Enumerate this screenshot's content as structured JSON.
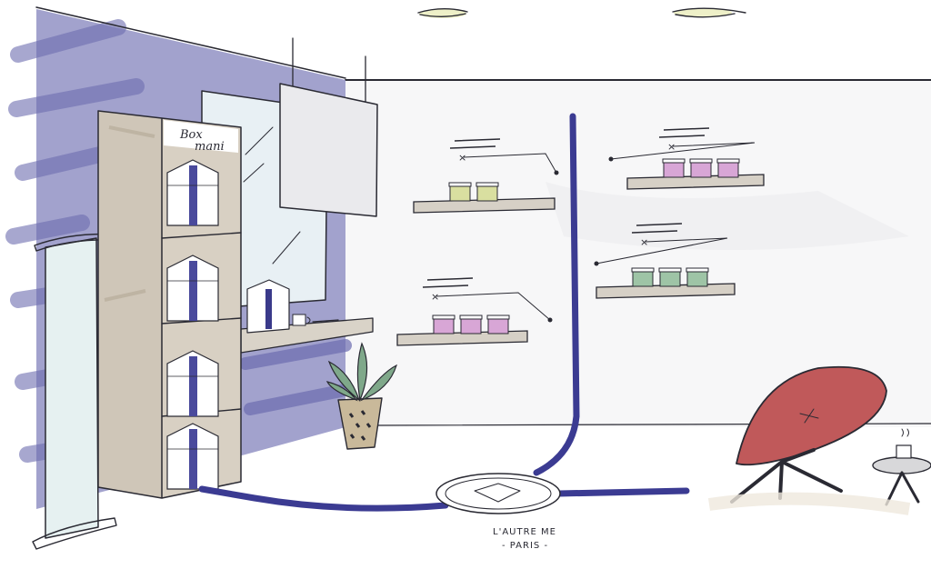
{
  "scene": {
    "description_free": true,
    "colors": {
      "accent_blue": "#4a4a9c",
      "wall_purple": "#7c7cb8",
      "shelf_tan": "#d6d0c6",
      "cabinet_tan": "#cfc6b8",
      "chair_red": "#c0595a",
      "jar_yellow": "#d9dfa0",
      "jar_pink": "#d8a6d6",
      "jar_green": "#9ec4a6",
      "plant_green": "#7fa88a",
      "pot_tan": "#c9b99a",
      "floor_shadow": "#efe9dd"
    }
  },
  "cabinet": {
    "brand_top": "Box",
    "brand_bottom": "mani"
  },
  "signature": {
    "line1": "L'AUTRE ME",
    "line2": "- PARIS -"
  },
  "shelf_labels": {
    "mark": "×",
    "arrow": "→×"
  },
  "product_shelves": [
    {
      "jars": 2,
      "color": "jar_yellow"
    },
    {
      "jars": 3,
      "color": "jar_pink"
    },
    {
      "jars": 3,
      "color": "jar_pink"
    },
    {
      "jars": 3,
      "color": "jar_green"
    }
  ]
}
